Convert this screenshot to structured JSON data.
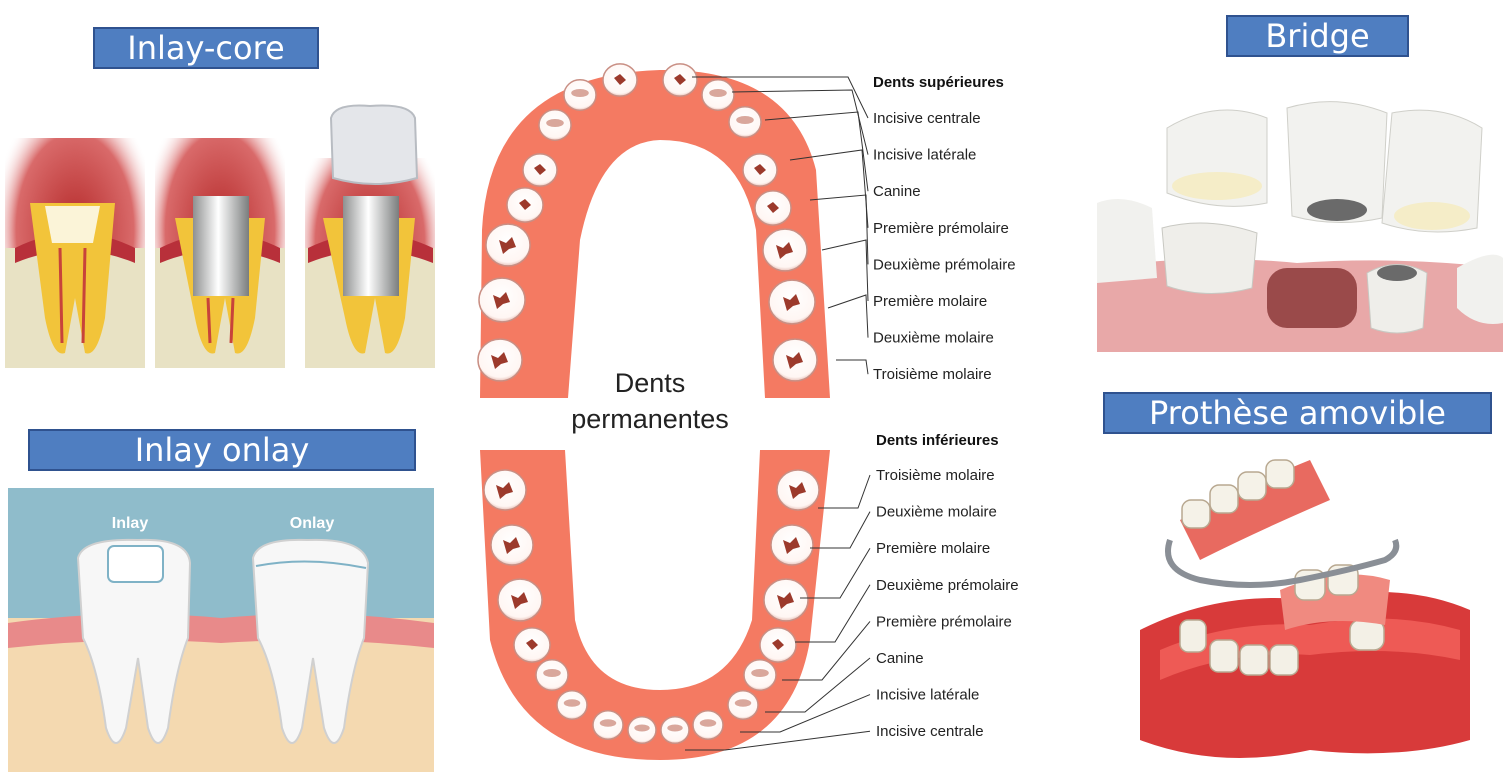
{
  "sections": {
    "inlay_core": {
      "title": "Inlay-core"
    },
    "inlay_onlay": {
      "title": "Inlay onlay",
      "label_inlay": "Inlay",
      "label_onlay": "Onlay"
    },
    "bridge": {
      "title": "Bridge"
    },
    "prothese": {
      "title": "Prothèse amovible"
    }
  },
  "arch": {
    "center_line1": "Dents",
    "center_line2": "permanentes",
    "upper": {
      "heading": "Dents supérieures",
      "labels": [
        "Incisive centrale",
        "Incisive latérale",
        "Canine",
        "Première prémolaire",
        "Deuxième prémolaire",
        "Première molaire",
        "Deuxième molaire",
        "Troisième molaire"
      ]
    },
    "lower": {
      "heading": "Dents inférieures",
      "labels": [
        "Troisième molaire",
        "Deuxième molaire",
        "Première molaire",
        "Deuxième prémolaire",
        "Première prémolaire",
        "Canine",
        "Incisive latérale",
        "Incisive centrale"
      ]
    }
  },
  "colors": {
    "title_box": "#4f7ec1",
    "title_border": "#2f528f",
    "gum": "#f47a62",
    "tooth": "#ffffff",
    "tooth_detail": "#9c3a2c",
    "onlay_bg": "#8fbccb"
  }
}
